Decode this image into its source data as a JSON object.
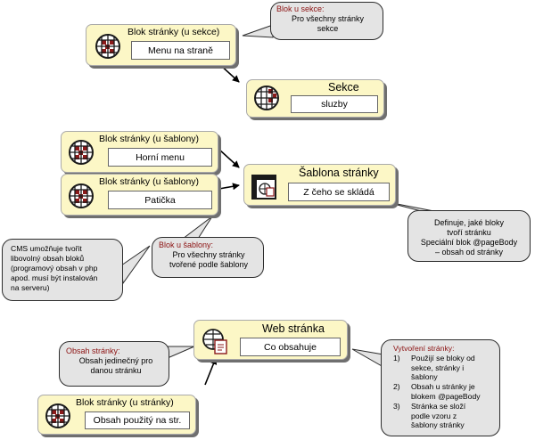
{
  "nodes": {
    "blok_sekce": {
      "title": "Blok stránky (u sekce)",
      "field": "Menu na straně"
    },
    "sekce": {
      "title": "Sekce",
      "field": "sluzby"
    },
    "blok_sablona_1": {
      "title": "Blok stránky (u šablony)",
      "field": "Horní menu"
    },
    "blok_sablona_2": {
      "title": "Blok stránky (u šablony)",
      "field": "Patička"
    },
    "sablona": {
      "title": "Šablona stránky",
      "field": "Z čeho se skládá"
    },
    "web_stranka": {
      "title": "Web stránka",
      "field": "Co obsahuje"
    },
    "blok_stranka": {
      "title": "Blok stránky (u stránky)",
      "field": "Obsah použitý na str."
    }
  },
  "callouts": {
    "blok_u_sekce": {
      "title": "Blok u sekce:",
      "lines": [
        "Pro všechny stránky",
        "sekce"
      ]
    },
    "definuje": {
      "lines": [
        "Definuje, jaké bloky",
        "tvoří stránku",
        "Speciální blok @pageBody",
        "– obsah od stránky"
      ]
    },
    "blok_u_sablony": {
      "title": "Blok u šablony:",
      "lines": [
        "Pro všechny stránky",
        "tvořené podle šablony"
      ]
    },
    "cms": {
      "lines": [
        "CMS umožňuje tvořit",
        "libovolný obsah bloků",
        "(programový obsah v php",
        "apod. musí být instalován",
        "na serveru)"
      ]
    },
    "obsah_stranky": {
      "title": "Obsah stránky:",
      "lines": [
        "Obsah jedinečný pro",
        "danou stránku"
      ]
    },
    "vytvoreni": {
      "title": "Vytvoření stránky:",
      "steps": [
        {
          "num": "1)",
          "lines": [
            "Použijí se bloky od",
            "sekce, stránky i",
            "šablony"
          ]
        },
        {
          "num": "2)",
          "lines": [
            "Obsah u stránky je",
            "blokem @pageBody"
          ]
        },
        {
          "num": "3)",
          "lines": [
            "Stránka se složí",
            "podle vzoru z",
            "šablony stránky"
          ]
        }
      ]
    }
  },
  "colors": {
    "box_fill": "#fcf7c6",
    "callout_fill": "#e4e4e4",
    "callout_title": "#8b1010",
    "icon_red": "#8b1a1a"
  },
  "icons": {
    "block": "globe-grid-icon",
    "section": "globe-grid-icon",
    "template": "template-page-icon",
    "page": "globe-page-icon"
  }
}
